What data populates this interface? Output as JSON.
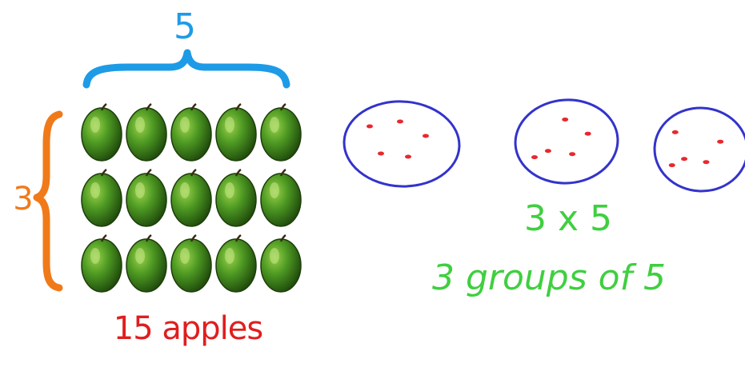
{
  "array": {
    "columns_label": "5",
    "rows_label": "3",
    "total_label": "15 apples",
    "rows": 3,
    "columns": 5
  },
  "groups": {
    "count": 3,
    "dots_per_group": 5
  },
  "equation": {
    "expression": "3 x 5",
    "words": "3 groups of 5"
  },
  "colors": {
    "columns_brace": "#1e9be6",
    "rows_brace": "#f07a1a",
    "total": "#e01e1e",
    "group_circle": "#3333cc",
    "dot": "#e8282e",
    "equation": "#3fcf3f"
  }
}
